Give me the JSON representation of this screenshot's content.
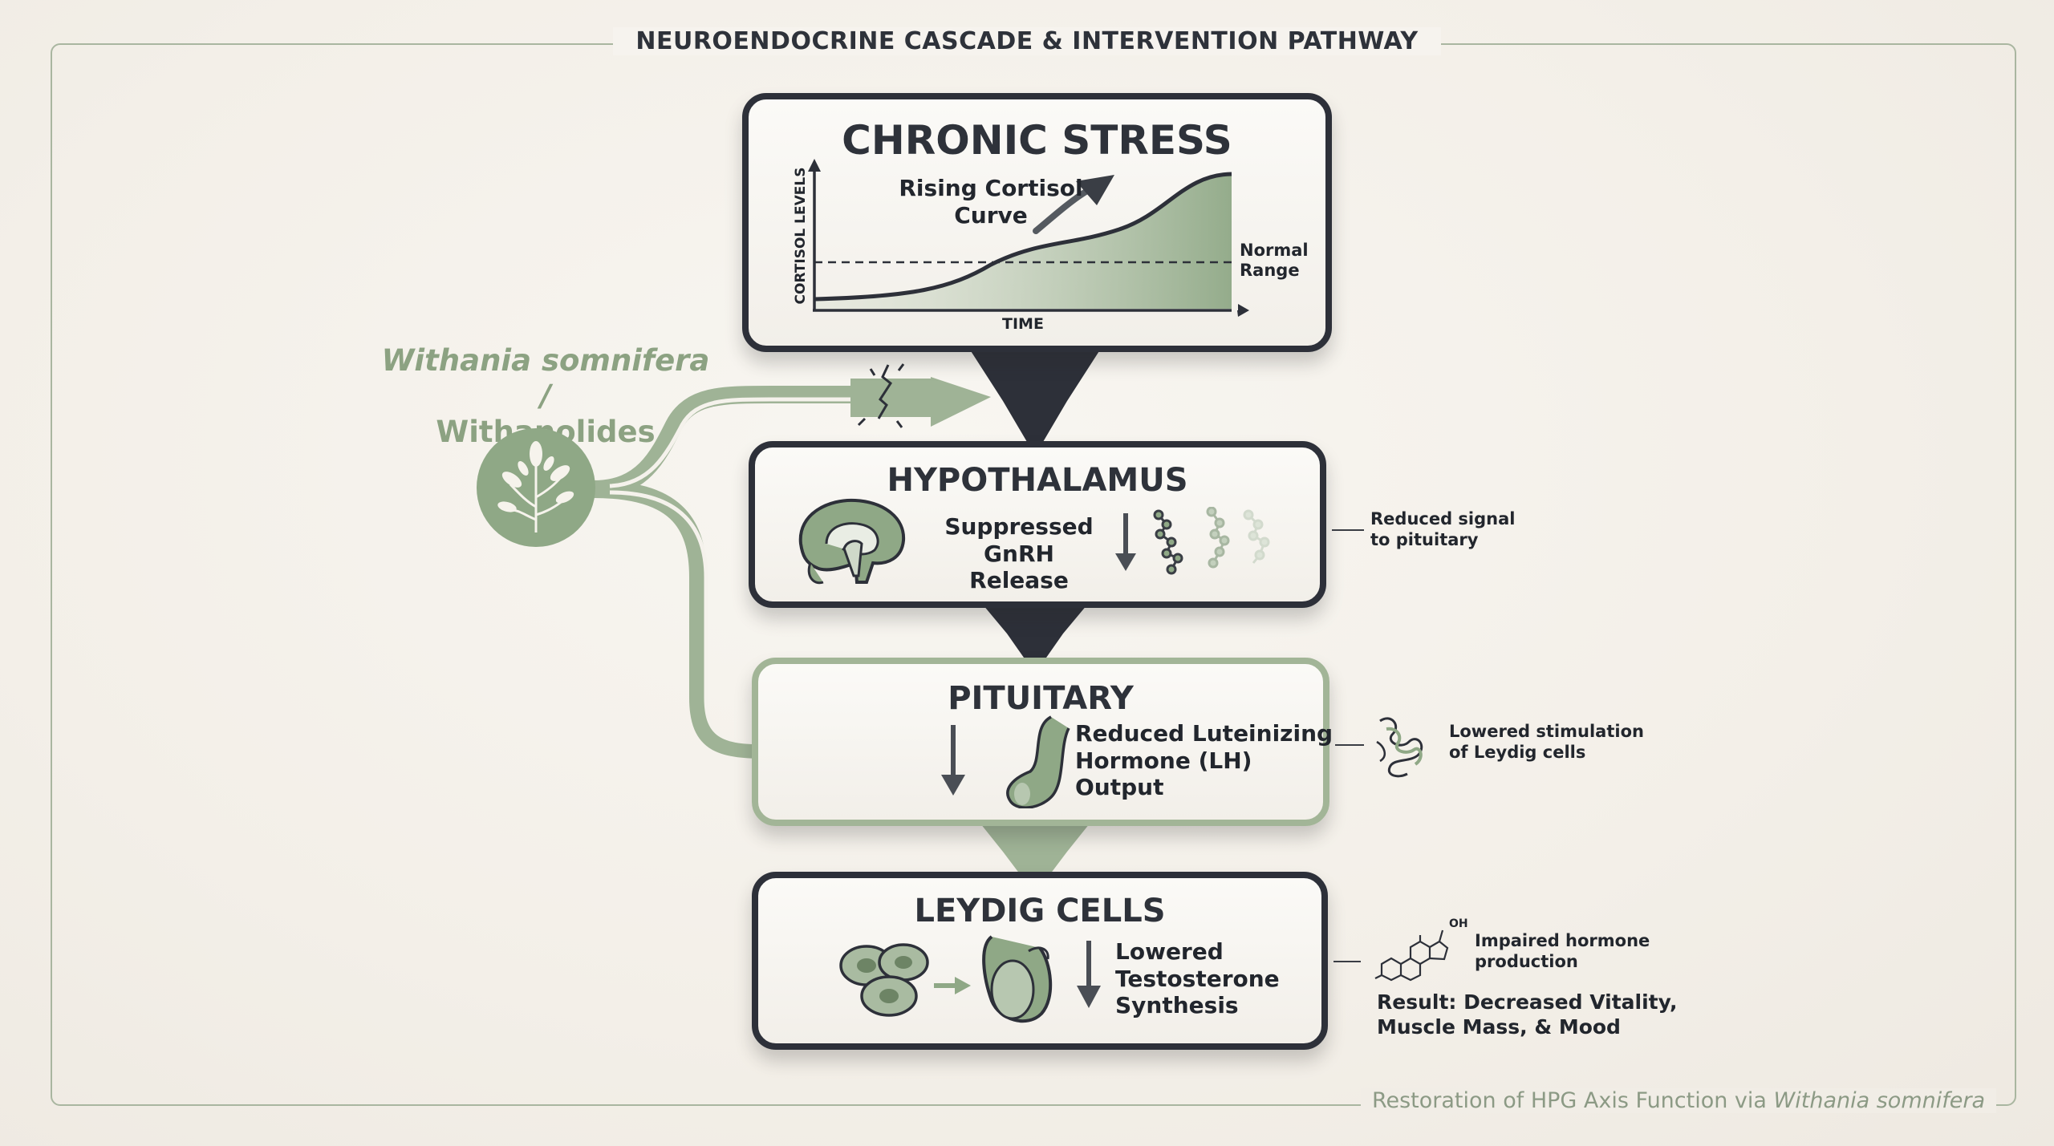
{
  "header": {
    "title": "NEUROENDOCRINE CASCADE & INTERVENTION PATHWAY"
  },
  "footer": {
    "text_prefix": "Restoration of HPG Axis Function via ",
    "text_italic": "Withania somnifera"
  },
  "intervention": {
    "line1": "Withania somnifera /",
    "line2": "Withanolides"
  },
  "stress": {
    "title": "CHRONIC STRESS",
    "curve_label_line1": "Rising Cortisol",
    "curve_label_line2": "Curve",
    "y_axis": "CORTISOL LEVELS",
    "x_axis": "TIME",
    "normal_line1": "Normal",
    "normal_line2": "Range"
  },
  "hypothalamus": {
    "title": "HYPOTHALAMUS",
    "text_line1": "Suppressed",
    "text_line2": "GnRH Release",
    "note_line1": "Reduced signal",
    "note_line2": "to pituitary"
  },
  "pituitary": {
    "title": "PITUITARY",
    "text_line1": "Reduced Luteinizing",
    "text_line2": "Hormone (LH)",
    "text_line3": "Output",
    "note_line1": "Lowered stimulation",
    "note_line2": "of Leydig cells"
  },
  "leydig": {
    "title": "LEYDIG CELLS",
    "text_line1": "Lowered",
    "text_line2": "Testosterone",
    "text_line3": "Synthesis",
    "note_line1": "Impaired hormone",
    "note_line2": "production",
    "oh_label": "OH",
    "result_line1": "Result: Decreased Vitality,",
    "result_line2": "Muscle Mass, & Mood"
  },
  "colors": {
    "dark": "#2d3039",
    "sage": "#9fb396",
    "sage_dark": "#7f9876",
    "text": "#22262d"
  }
}
